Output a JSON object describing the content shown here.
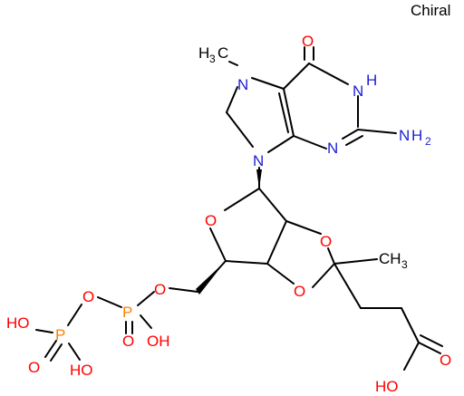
{
  "label": "Chiral",
  "colors": {
    "bond": "#000000",
    "O": "#ff0000",
    "N": "#1f1fd2",
    "P": "#ff7f00",
    "C": "#000000"
  },
  "atoms": {
    "O_keto": "O",
    "N_H": "N",
    "H_nh": "H",
    "N_me": "N",
    "Me_h": "H",
    "Me_3": "3",
    "Me_c": "C",
    "N_am": "N",
    "H_am": "H",
    "am_2": "2",
    "N3": "N",
    "N9": "N",
    "O_ring": "O",
    "O_d1": "O",
    "O_d2": "O",
    "CH3": "CH",
    "CH3_3": "3",
    "O5": "O",
    "P1": "P",
    "O_p1": "O",
    "OH_p1": "OH",
    "O_bridge": "O",
    "P2": "P",
    "HO_p2": "HO",
    "O_p2": "O",
    "HO_p2b": "HO",
    "O_acid": "O",
    "HO_acid": "HO"
  }
}
